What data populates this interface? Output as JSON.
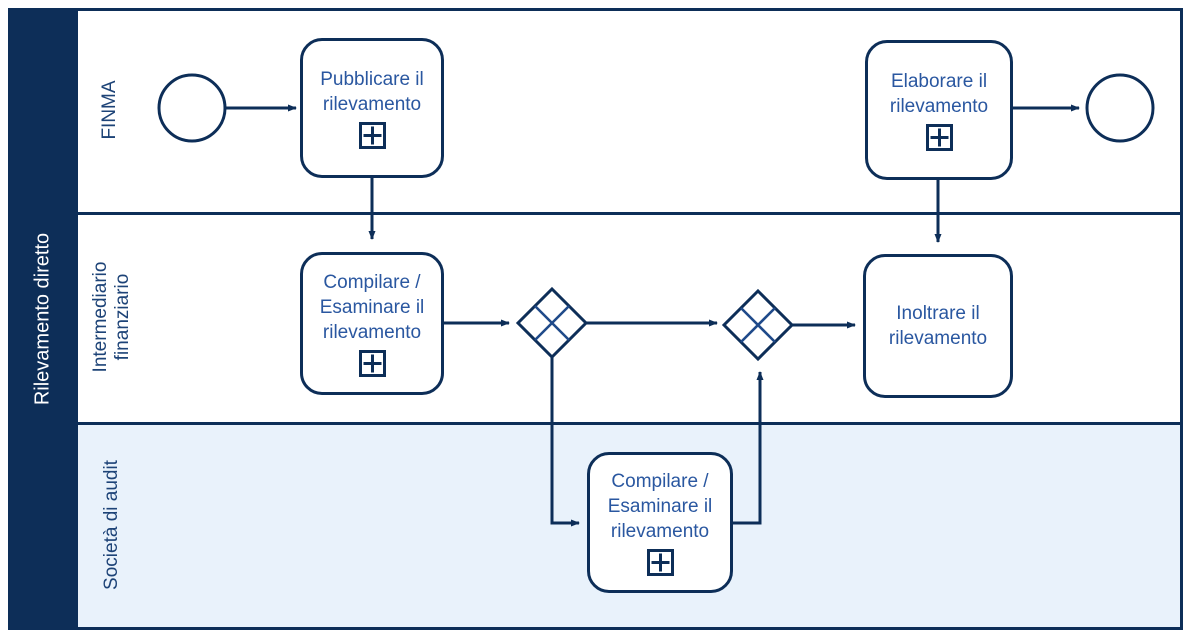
{
  "diagram": {
    "type": "bpmn-swimlane-process",
    "pool": {
      "label": "Rilevamento diretto"
    },
    "lanes": [
      {
        "id": "finma",
        "label": "FINMA",
        "background": "#ffffff"
      },
      {
        "id": "intermediario-finanziario",
        "label": "Intermediario finanziario",
        "background": "#ffffff"
      },
      {
        "id": "societa-di-audit",
        "label": "Società di audit",
        "background": "#e9f2fb"
      }
    ],
    "events": [
      {
        "id": "start",
        "type": "start-event",
        "lane": "finma"
      },
      {
        "id": "end",
        "type": "end-event",
        "lane": "finma"
      }
    ],
    "tasks": [
      {
        "id": "publish",
        "label": "Pubblicare il rilevamento",
        "lane": "finma",
        "collapsed_subprocess": true
      },
      {
        "id": "elaborate",
        "label": "Elaborare il rilevamento",
        "lane": "finma",
        "collapsed_subprocess": true
      },
      {
        "id": "fill-review-fi",
        "label": "Compilare / Esaminare il rilevamento",
        "lane": "intermediario-finanziario",
        "collapsed_subprocess": true
      },
      {
        "id": "forward",
        "label": "Inoltrare il rilevamento",
        "lane": "intermediario-finanziario",
        "collapsed_subprocess": false
      },
      {
        "id": "fill-review-audit",
        "label": "Compilare / Esaminare il rilevamento",
        "lane": "societa-di-audit",
        "collapsed_subprocess": true
      }
    ],
    "gateways": [
      {
        "id": "gateway-1",
        "type": "exclusive-x",
        "lane": "intermediario-finanziario"
      },
      {
        "id": "gateway-2",
        "type": "exclusive-x",
        "lane": "intermediario-finanziario"
      }
    ],
    "flows": [
      {
        "from": "start",
        "to": "publish"
      },
      {
        "from": "publish",
        "to": "fill-review-fi"
      },
      {
        "from": "fill-review-fi",
        "to": "gateway-1"
      },
      {
        "from": "gateway-1",
        "to": "gateway-2"
      },
      {
        "from": "gateway-1",
        "to": "fill-review-audit"
      },
      {
        "from": "fill-review-audit",
        "to": "gateway-2"
      },
      {
        "from": "gateway-2",
        "to": "forward"
      },
      {
        "from": "elaborate",
        "to": "forward"
      },
      {
        "from": "elaborate",
        "to": "end"
      }
    ],
    "colors": {
      "navy_stroke": "#0d2e58",
      "task_text": "#2a57a0",
      "lane_label_text": "#1d4377",
      "audit_lane_bg": "#e9f2fb",
      "pool_label_text": "#ffffff",
      "shape_fill": "#ffffff"
    }
  }
}
